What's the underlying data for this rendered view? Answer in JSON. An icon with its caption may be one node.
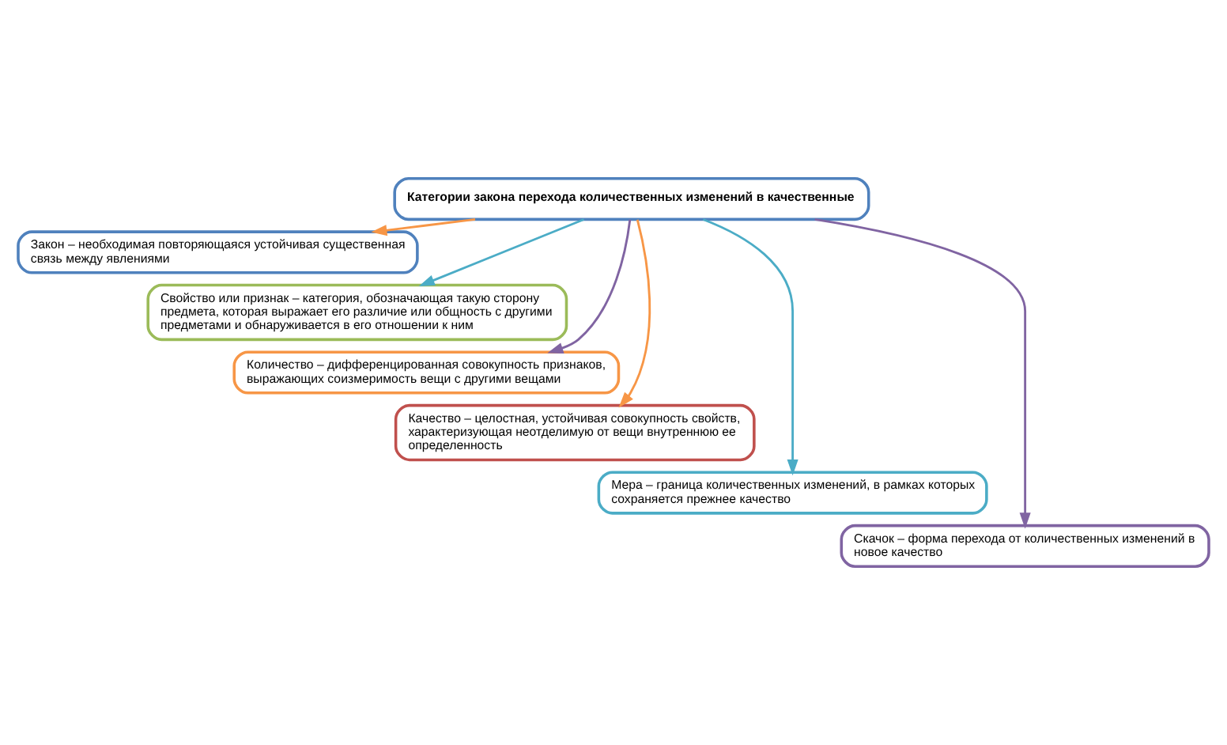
{
  "diagram": {
    "nodes": [
      {
        "text": [
          "Категории закона перехода количественных изменений в качественные"
        ]
      },
      {
        "text": [
          "Закон – необходимая повторяющаяся устойчивая существенная связь между явлениями"
        ]
      },
      {
        "text": [
          "Свойство или признак – категория, обозначающая такую сторону предмета, которая выражает его различие или общность с другими предметами и обнаруживается в его отношении к ним"
        ]
      },
      {
        "text": [
          "Количество – дифференцированная совокупность признаков, выражающих соизмеримость вещи с другими вещами"
        ]
      },
      {
        "text": [
          "Качество – целостная, устойчивая совокупность свойств, характеризующая неотделимую от вещи внутреннюю ее определенность"
        ]
      },
      {
        "text": [
          "Мера – граница количественных изменений, в рамках которых сохраняется прежнее качество"
        ]
      },
      {
        "text": [
          "Скачок – форма перехода от количественных изменений в новое качество"
        ]
      }
    ],
    "edges": [
      {
        "from": 0,
        "to": 1,
        "arrow": "to",
        "color": "#f79646"
      },
      {
        "from": 0,
        "to": 2,
        "arrow": "to",
        "color": "#4bacc6"
      },
      {
        "from": 0,
        "to": 3,
        "arrow": "to",
        "color": "#8064a2"
      },
      {
        "from": 0,
        "to": 4,
        "arrow": "to",
        "color": "#f79646"
      },
      {
        "from": 0,
        "to": 5,
        "arrow": "to",
        "color": "#4bacc6"
      },
      {
        "from": 0,
        "to": 6,
        "arrow": "to",
        "color": "#8064a2"
      }
    ]
  }
}
